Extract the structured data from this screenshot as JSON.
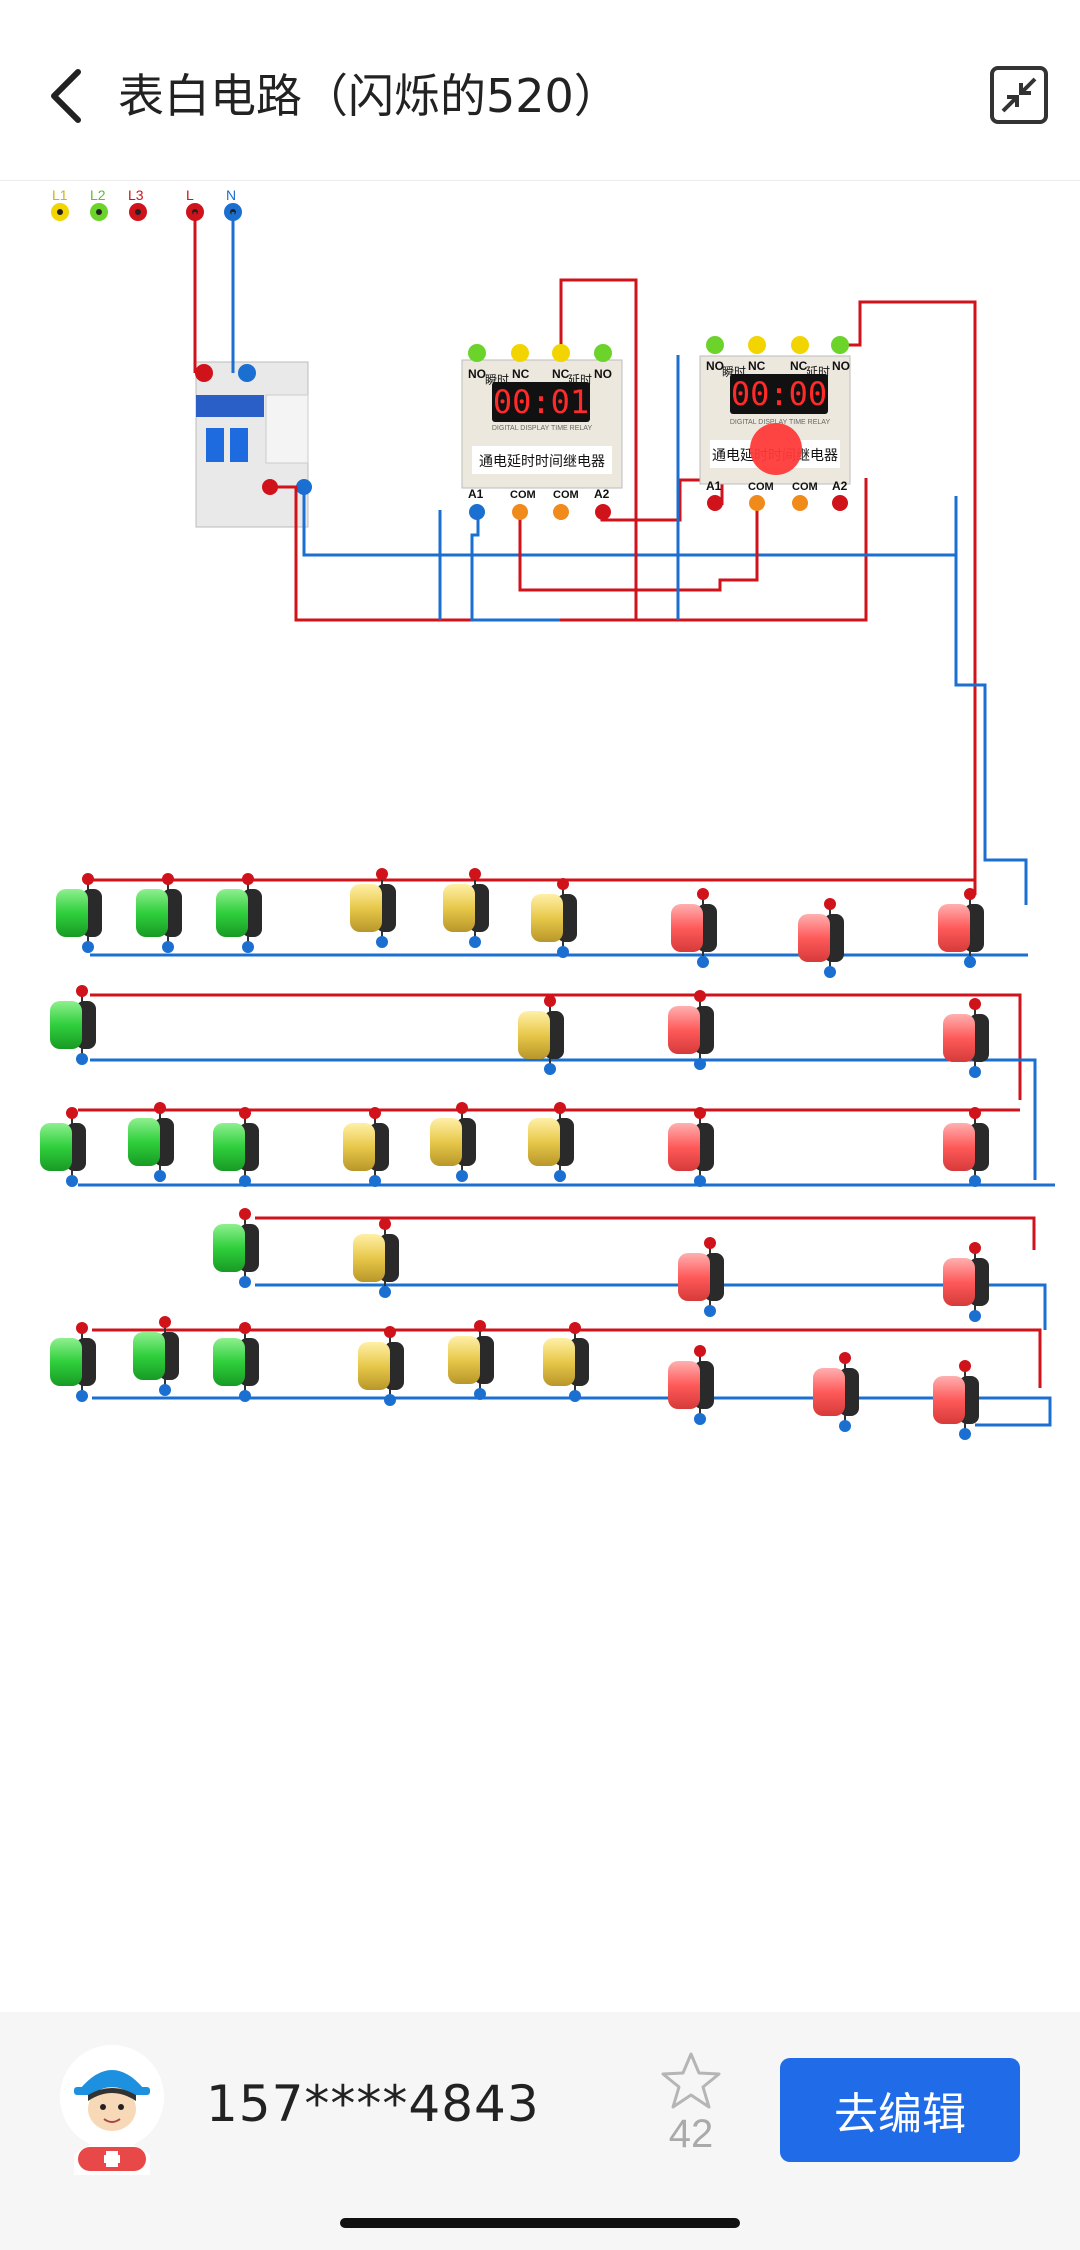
{
  "header": {
    "title": "表白电路（闪烁的520）"
  },
  "power_labels": [
    "L1",
    "L2",
    "L3",
    "L",
    "N"
  ],
  "relay1": {
    "top_terms": [
      "NO",
      "NC",
      "NC",
      "NO"
    ],
    "top_tags": [
      "瞬时",
      "延时"
    ],
    "display": "00:01",
    "caption": "DIGITAL DISPLAY TIME RELAY",
    "name": "通电延时时间继电器",
    "bottom_terms": [
      "A1",
      "COM",
      "COM",
      "A2"
    ]
  },
  "relay2": {
    "top_terms": [
      "NO",
      "NC",
      "NC",
      "NO"
    ],
    "top_tags": [
      "瞬时",
      "延时"
    ],
    "display": "00:00",
    "caption": "DIGITAL DISPLAY TIME RELAY",
    "name": "通电延时时间继电器",
    "bottom_terms": [
      "A1",
      "COM",
      "COM",
      "A2"
    ]
  },
  "colors": {
    "red_wire": "#d0121b",
    "blue_wire": "#1a6fd0",
    "accent": "#1f6be8",
    "green": "#2fcf3c",
    "yellow": "#e8c84a",
    "red": "#ff5a5a"
  },
  "footer": {
    "username": "157****4843",
    "favorites": "42",
    "edit_button": "去编辑"
  },
  "icons": [
    "back-arrow-icon",
    "collapse-icon",
    "star-icon",
    "avatar-worker-icon"
  ]
}
